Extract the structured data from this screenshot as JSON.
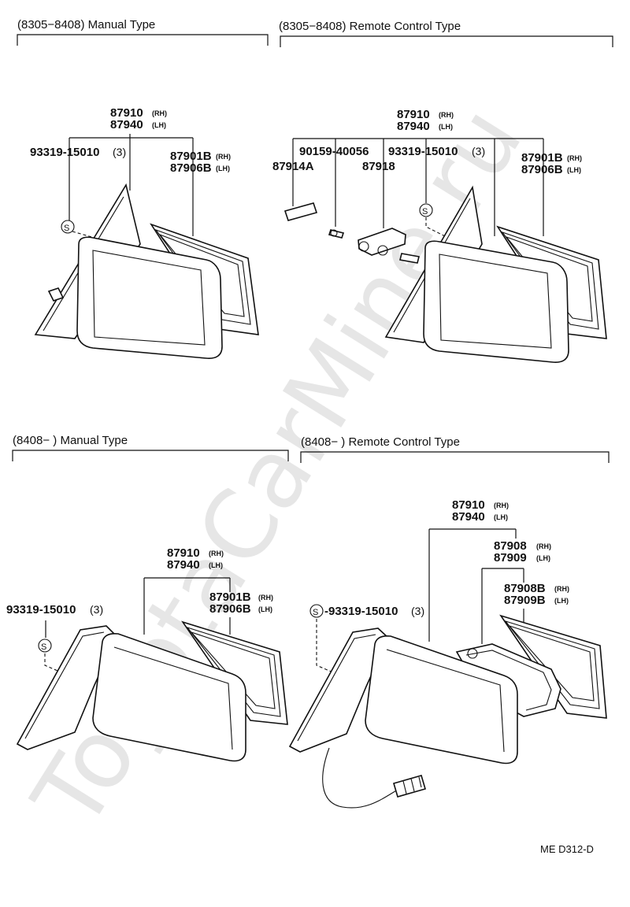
{
  "watermark": "ToyotaCarMine.ru",
  "diagram_code": "ME D312-D",
  "screw_symbol": "S",
  "panels": [
    {
      "header": "(8305−8408) Manual Type",
      "mirror": {
        "number": "87910",
        "rh": "(RH)",
        "number_lh": "87940",
        "lh": "(LH)"
      },
      "screw": "93319-15010",
      "screw_qty": "(3)",
      "glass": {
        "number": "87901B",
        "rh": "(RH)",
        "number_lh": "87906B",
        "lh": "(LH)"
      }
    },
    {
      "header": "(8305−8408) Remote Control Type",
      "mirror": {
        "number": "87910",
        "rh": "(RH)",
        "number_lh": "87940",
        "lh": "(LH)"
      },
      "knob": "87914A",
      "pin": "90159-40056",
      "joint": "87918",
      "screw": "93319-15010",
      "screw_qty": "(3)",
      "glass": {
        "number": "87901B",
        "rh": "(RH)",
        "number_lh": "87906B",
        "lh": "(LH)"
      }
    },
    {
      "header": "(8408−     ) Manual Type",
      "mirror": {
        "number": "87910",
        "rh": "(RH)",
        "number_lh": "87940",
        "lh": "(LH)"
      },
      "screw": "93319-15010",
      "screw_qty": "(3)",
      "glass": {
        "number": "87901B",
        "rh": "(RH)",
        "number_lh": "87906B",
        "lh": "(LH)"
      }
    },
    {
      "header": "(8408−     ) Remote Control Type",
      "mirror": {
        "number": "87910",
        "rh": "(RH)",
        "number_lh": "87940",
        "lh": "(LH)"
      },
      "motor": {
        "number": "87908",
        "rh": "(RH)",
        "number_lh": "87909",
        "lh": "(LH)"
      },
      "glass": {
        "number": "87908B",
        "rh": "(RH)",
        "number_lh": "87909B",
        "lh": "(LH)"
      },
      "screw": "-93319-15010",
      "screw_qty": "(3)"
    }
  ]
}
